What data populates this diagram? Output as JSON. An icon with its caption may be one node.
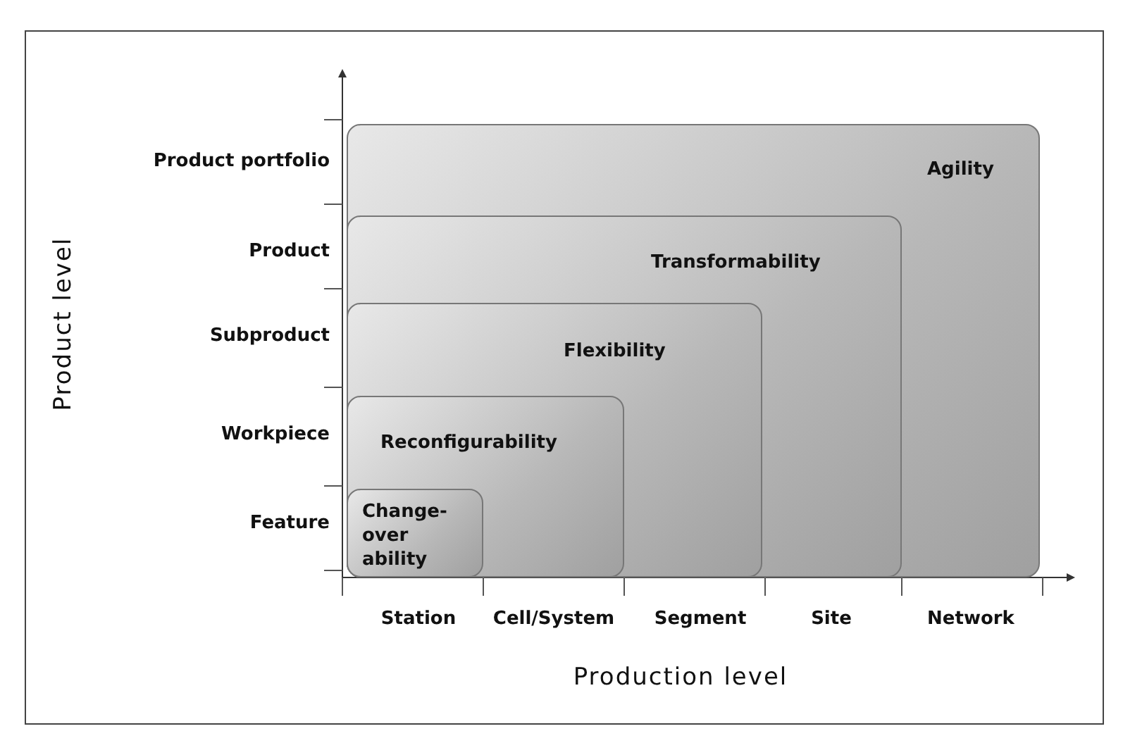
{
  "diagram": {
    "nodes": [
      {
        "text": [
          "Agility"
        ]
      },
      {
        "text": [
          "Transformability"
        ],
        "in": 0
      },
      {
        "text": [
          "Flexibility"
        ],
        "in": 1
      },
      {
        "text": [
          "Reconfigurability"
        ],
        "in": 2
      },
      {
        "text": [
          "Change- over ability"
        ],
        "in": 3
      }
    ],
    "edges": [],
    "labels": [
      "Product level",
      "Product portfolio",
      "Product",
      "Subproduct",
      "Workpiece",
      "Feature",
      "Station",
      "Cell/System",
      "Segment",
      "Site",
      "Network",
      "Production level"
    ]
  }
}
